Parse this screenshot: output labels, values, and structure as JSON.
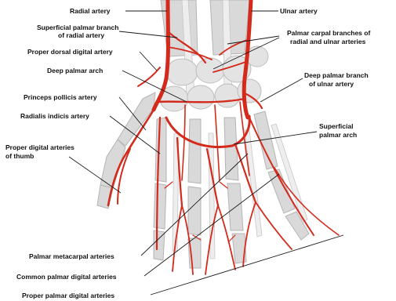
{
  "labels": {
    "radial_artery": "Radial artery",
    "ulnar_artery": "Ulnar artery",
    "superficial_palmar_branch_1": "Superficial palmar branch",
    "superficial_palmar_branch_2": "of radial artery",
    "palmar_carpal_1": "Palmar carpal branches of",
    "palmar_carpal_2": "radial and ulnar arteries",
    "proper_dorsal_digital": "Proper dorsal digital artery",
    "deep_palmar_arch": "Deep palmar arch",
    "deep_palmar_branch_1": "Deep palmar branch",
    "deep_palmar_branch_2": "of ulnar artery",
    "princeps_pollicis": "Princeps pollicis artery",
    "radialis_indicis": "Radialis indicis artery",
    "superficial_palmar_arch_1": "Superficial",
    "superficial_palmar_arch_2": "palmar arch",
    "proper_digital_thumb_1": "Proper digital arteries",
    "proper_digital_thumb_2": "of thumb",
    "palmar_metacarpal": "Palmar metacarpal arteries",
    "common_palmar_digital": "Common palmar digital arteries",
    "proper_palmar_digital": "Proper palmar digital arteries"
  },
  "colors": {
    "artery": "#d42a1c",
    "bone": "#d9d9d9",
    "label_text": "#111111"
  }
}
